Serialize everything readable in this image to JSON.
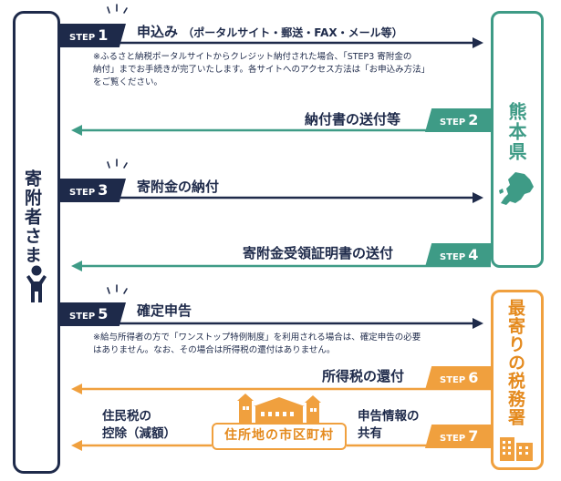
{
  "actors": {
    "donor": "寄附者さま",
    "prefecture": "熊本県",
    "tax_office": "最寄りの税務署",
    "municipality": "住所地の市区町村"
  },
  "steps": [
    {
      "tag": "STEP",
      "num": "1",
      "title": "申込み",
      "sub": "（ポータルサイト・郵送・FAX・メール等）"
    },
    {
      "tag": "STEP",
      "num": "2",
      "title": "納付書の送付等"
    },
    {
      "tag": "STEP",
      "num": "3",
      "title": "寄附金の納付"
    },
    {
      "tag": "STEP",
      "num": "4",
      "title": "寄附金受領証明書の送付"
    },
    {
      "tag": "STEP",
      "num": "5",
      "title": "確定申告"
    },
    {
      "tag": "STEP",
      "num": "6",
      "title": "所得税の還付"
    },
    {
      "tag": "STEP",
      "num": "7",
      "title": ""
    }
  ],
  "notes": {
    "step1": [
      "※ふるさと納税ポータルサイトからクレジット納付された場合、「STEP3 寄附金の",
      "納付」までお手続きが完了いたします。各サイトへのアクセス方法は「お申込み方法」",
      "をご覧ください。"
    ],
    "step5": [
      "※給与所得者の方で「ワンストップ特例制度」を利用される場合は、確定申告の必要",
      "はありません。なお、その場合は所得税の還付はありません。"
    ]
  },
  "labels": {
    "resident_tax": [
      "住民税の",
      "控除（減額）"
    ],
    "report_share": [
      "申告情報の",
      "共有"
    ]
  },
  "colors": {
    "navy": "#1e2a4a",
    "green": "#3e9b86",
    "orange": "#f0a03e"
  }
}
